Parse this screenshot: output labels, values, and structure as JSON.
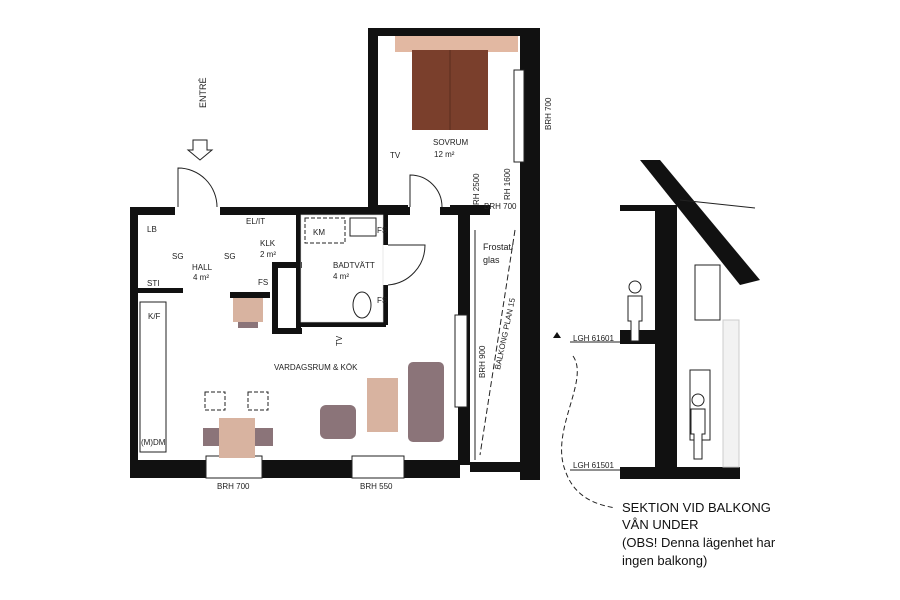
{
  "entrance": {
    "label": "ENTRÉ"
  },
  "rooms": {
    "hall": {
      "name": "HALL",
      "area": "4 m²"
    },
    "klk": {
      "name": "KLK",
      "area": "2 m²"
    },
    "bath": {
      "name": "BADTVÄTT",
      "area": "4 m²"
    },
    "bedroom": {
      "name": "SOVRUM",
      "area": "12 m²"
    },
    "living": {
      "name": "VARDAGSRUM & KÖK"
    }
  },
  "fixtures": {
    "lb": "LB",
    "sti": "STI",
    "sg1": "SG",
    "sg2": "SG",
    "elit": "EL/IT",
    "fs1": "FS",
    "fs2": "FS",
    "fs3": "FS",
    "km": "KM",
    "kf": "K/F",
    "mdm": "(M)DM",
    "tv1": "TV",
    "tv2": "TV"
  },
  "dimensions": {
    "brh_700_living": "BRH 700",
    "brh_550": "BRH 550",
    "brh_900": "BRH 900",
    "brh_700_bedroom": "BRH 700",
    "brh_700_door": "BRH 700",
    "rh_2500": "RH 2500",
    "rh_1600": "RH 1600"
  },
  "notes": {
    "frostat_1": "Frostat/",
    "frostat_2": "glas",
    "balcony": "BALKONG PLAN 15"
  },
  "section": {
    "level_upper": "LGH 61601",
    "level_lower": "LGH 61501",
    "caption": [
      "SEKTION VID BALKONG",
      "VÅN UNDER",
      "(OBS! Denna lägenhet har",
      "ingen balkong)"
    ]
  },
  "colors": {
    "wall": "#111111",
    "bed": "#7a3f2c",
    "pillow": "#e2b8a2",
    "table": "#d8b3a0",
    "sofa": "#8b7479"
  }
}
